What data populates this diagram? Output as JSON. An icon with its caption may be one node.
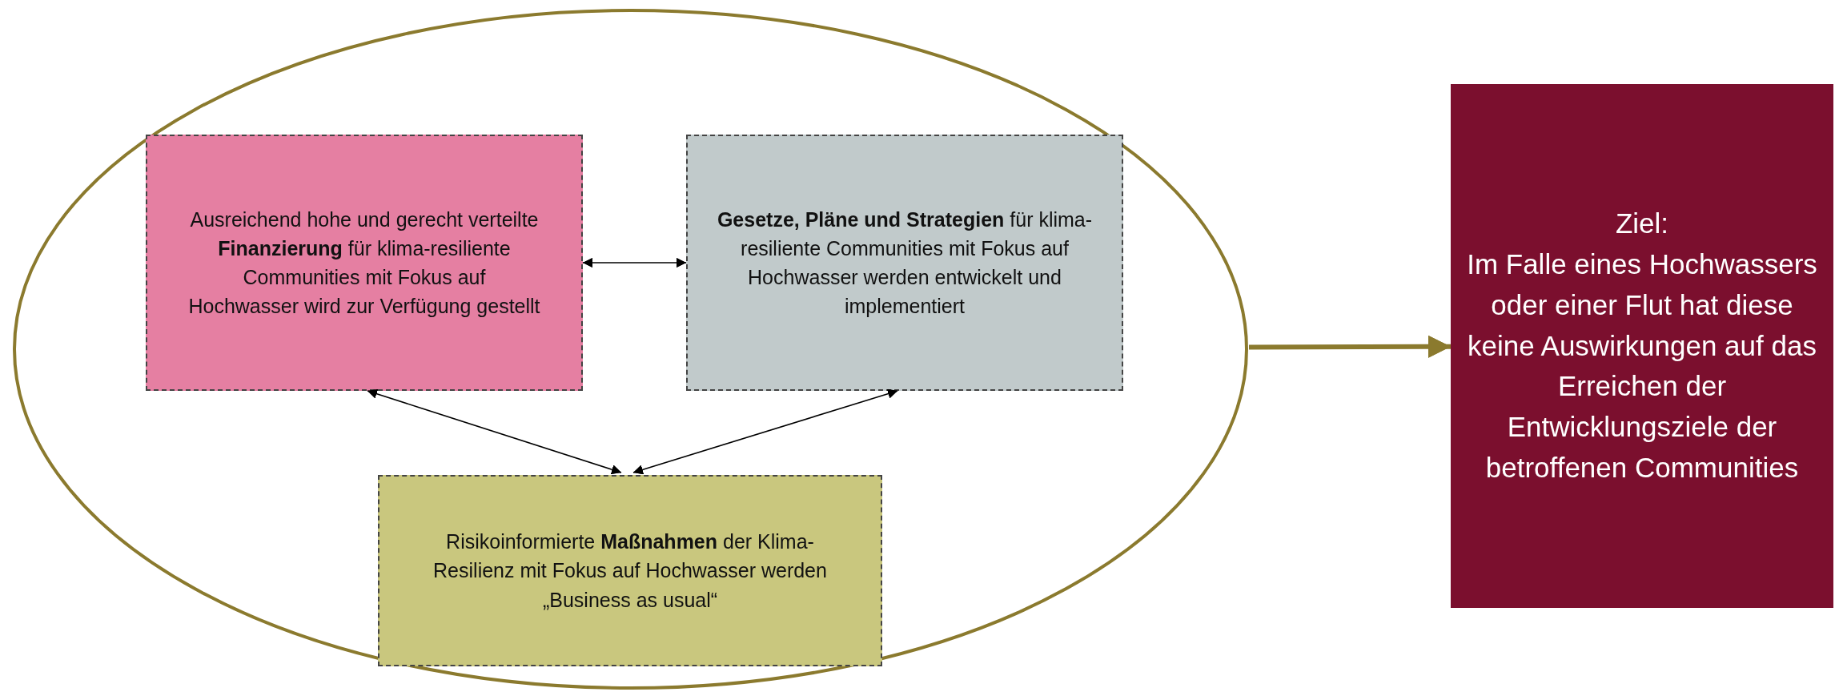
{
  "diagram": {
    "nodes": [
      {
        "text": [],
        "shape": "ellipse"
      },
      {
        "text": [
          "Ausreichend hohe und gerecht verteilte **Finanzierung** für klima-resiliente Communities mit Fokus auf Hochwasser wird zur Verfügung gestellt"
        ],
        "in": 0
      },
      {
        "text": [
          "**Gesetze, Pläne und Strategien** für klima-resiliente Communities mit Fokus auf Hochwasser werden entwickelt und implementiert"
        ],
        "in": 0
      },
      {
        "text": [
          "Risikoinformierte **Maßnahmen** der Klima-Resilienz mit Fokus auf Hochwasser werden „Business as usual“"
        ],
        "in": 0
      },
      {
        "text": [
          "Ziel:",
          "Im Falle eines Hochwassers oder einer Flut hat diese keine Auswirkungen auf das Erreichen der Entwicklungsziele der betroffenen Communities"
        ]
      }
    ],
    "edges": [
      {
        "from": 1,
        "to": 2,
        "arrow": "both"
      },
      {
        "from": 1,
        "to": 3,
        "arrow": "both"
      },
      {
        "from": 2,
        "to": 3,
        "arrow": "both"
      },
      {
        "from": 0,
        "to": 4,
        "arrow": "to",
        "style": "thick",
        "color": "#8b7a2e"
      }
    ]
  }
}
